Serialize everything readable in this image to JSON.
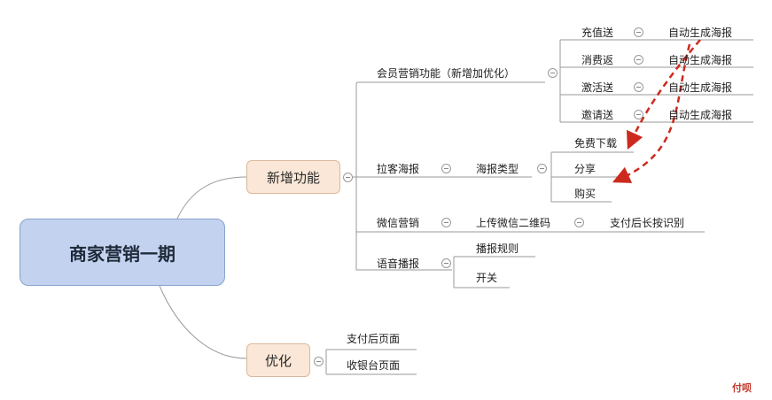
{
  "root": {
    "label": "商家营销一期"
  },
  "branches": {
    "new_features": {
      "label": "新增功能",
      "member_marketing": {
        "label": "会员营销功能（新增加优化）",
        "items": [
          {
            "label": "充值送",
            "note": "自动生成海报"
          },
          {
            "label": "消费返",
            "note": "自动生成海报"
          },
          {
            "label": "激活送",
            "note": "自动生成海报"
          },
          {
            "label": "邀请送",
            "note": "自动生成海报"
          }
        ]
      },
      "poster": {
        "label": "拉客海报",
        "type_label": "海报类型",
        "types": [
          "免费下载",
          "分享",
          "购买"
        ]
      },
      "wechat": {
        "label": "微信营销",
        "step1": "上传微信二维码",
        "step2": "支付后长按识别"
      },
      "voice": {
        "label": "语音播报",
        "items": [
          "播报规则",
          "开关"
        ]
      }
    },
    "optimize": {
      "label": "优化",
      "items": [
        "支付后页面",
        "收银台页面"
      ]
    }
  },
  "watermark": "付呗",
  "colors": {
    "root_fill": "#c3d3ef",
    "main_fill": "#fbe7d7",
    "arrow": "#cc2a1e",
    "line": "#999999"
  }
}
